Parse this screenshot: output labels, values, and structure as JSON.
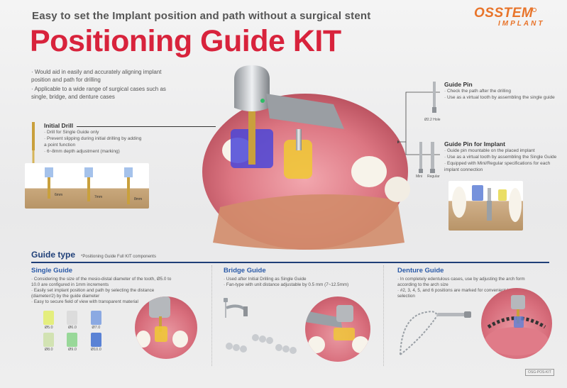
{
  "header": {
    "subtitle": "Easy to set the Implant position and path without a surgical stent",
    "title": "Positioning Guide KIT",
    "logo_word": "OSSTEM",
    "logo_sub": "IMPLANT"
  },
  "intro": {
    "bullets": [
      "Would aid in easily and accurately aligning implant position and path for drilling",
      "Applicable to a wide range of surgical cases such as single, bridge, and denture cases"
    ]
  },
  "initial_drill": {
    "title": "Initial Drill",
    "bullets": [
      "Drill for Single Guide only",
      "Prevent slipping during initial drilling by adding a point function",
      "6~8mm depth adjustment (marking)"
    ],
    "depth_labels": [
      "6mm",
      "7mm",
      "8mm"
    ]
  },
  "guide_pin": {
    "title": "Guide Pin",
    "bullets": [
      "Check the path after the drilling",
      "Use as a virtual tooth by assembling the single guide"
    ],
    "hole_label": "Ø2.2 Hole"
  },
  "guide_pin_implant": {
    "title": "Guide Pin for Implant",
    "bullets": [
      "Guide pin mountable on the placed implant",
      "Use as a virtual tooth by assembling the Single Guide",
      "Equipped with Mini/Regular specifications for each implant connection"
    ],
    "mini_label": "Mini",
    "regular_label": "Regular"
  },
  "guide_type": {
    "title": "Guide type",
    "subtitle": "*Positioning Guide Full KIT components"
  },
  "single_guide": {
    "title": "Single Guide",
    "bullets": [
      "Considering the size of the mesio-distal diameter of the tooth, Ø5.0 to 10.0 are configured in 1mm increments",
      "Easily set implant position and path by selecting the distance (diameter/2) by the guide diameter",
      "Easy to secure field of view with transparent material"
    ],
    "sleeves": [
      {
        "label": "Ø5.0",
        "color": "#e3ee6a"
      },
      {
        "label": "Ø6.0",
        "color": "#d9d9d9"
      },
      {
        "label": "Ø7.0",
        "color": "#7a9ee0"
      },
      {
        "label": "Ø8.0",
        "color": "#cde0a8"
      },
      {
        "label": "Ø9.0",
        "color": "#8ad38a"
      },
      {
        "label": "Ø10.0",
        "color": "#3f6fd0"
      }
    ]
  },
  "bridge_guide": {
    "title": "Bridge Guide",
    "bullets": [
      "Used after Initial Drilling as Single Guide",
      "Fan-type with unit distance adjustable by 0.5 mm (7~12.5mm)"
    ]
  },
  "denture_guide": {
    "title": "Denture Guide",
    "bullets": [
      "In completely edentulous cases, use by adjusting the arch form according to the arch size",
      "#2, 3, 4, 5, and 6 positions are marked for convenient location selection"
    ]
  },
  "footer": {
    "code": "OSG-POS-KIT"
  }
}
